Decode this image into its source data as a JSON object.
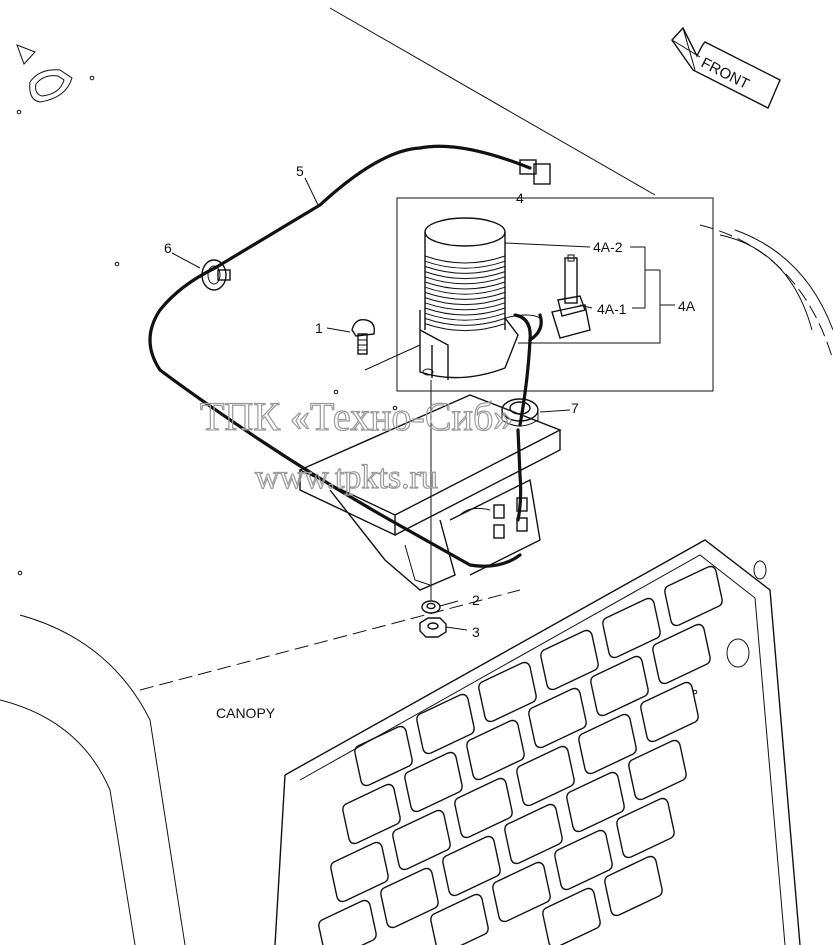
{
  "labels": {
    "front": "FRONT",
    "canopy": "CANOPY",
    "p1": "1",
    "p2": "2",
    "p3": "3",
    "p4": "4",
    "p4a": "4A",
    "p4a1": "4A-1",
    "p4a2": "4A-2",
    "p5": "5",
    "p6": "6",
    "p7": "7"
  },
  "watermark": {
    "line1": "ТПК «Техно-Сиб»",
    "line2": "www.tpkts.ru"
  }
}
